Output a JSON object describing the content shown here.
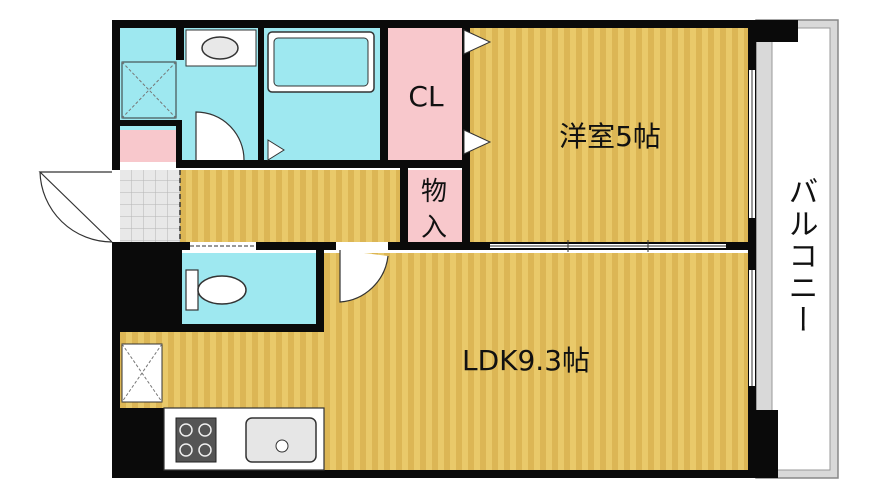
{
  "rooms": {
    "western_room": "洋室5帖",
    "ldk": "LDK9.3帖",
    "closet": "CL",
    "storage_line1": "物",
    "storage_line2": "入",
    "balcony": "バルコニー"
  },
  "colors": {
    "floor_wood": "#e9c96a",
    "floor_wood_stripe": "#d9b44d",
    "wet_area": "#9ee8f0",
    "closet_pink": "#f8c8cc",
    "wall": "#0a0a0a",
    "balcony_gray": "#d9d9d9",
    "entry_tile": "#e6e6e6"
  },
  "icons": [
    "washbasin-icon",
    "bathtub-icon",
    "toilet-icon",
    "stove-icon",
    "sink-icon",
    "door-swing-icon",
    "sliding-window-icon"
  ]
}
